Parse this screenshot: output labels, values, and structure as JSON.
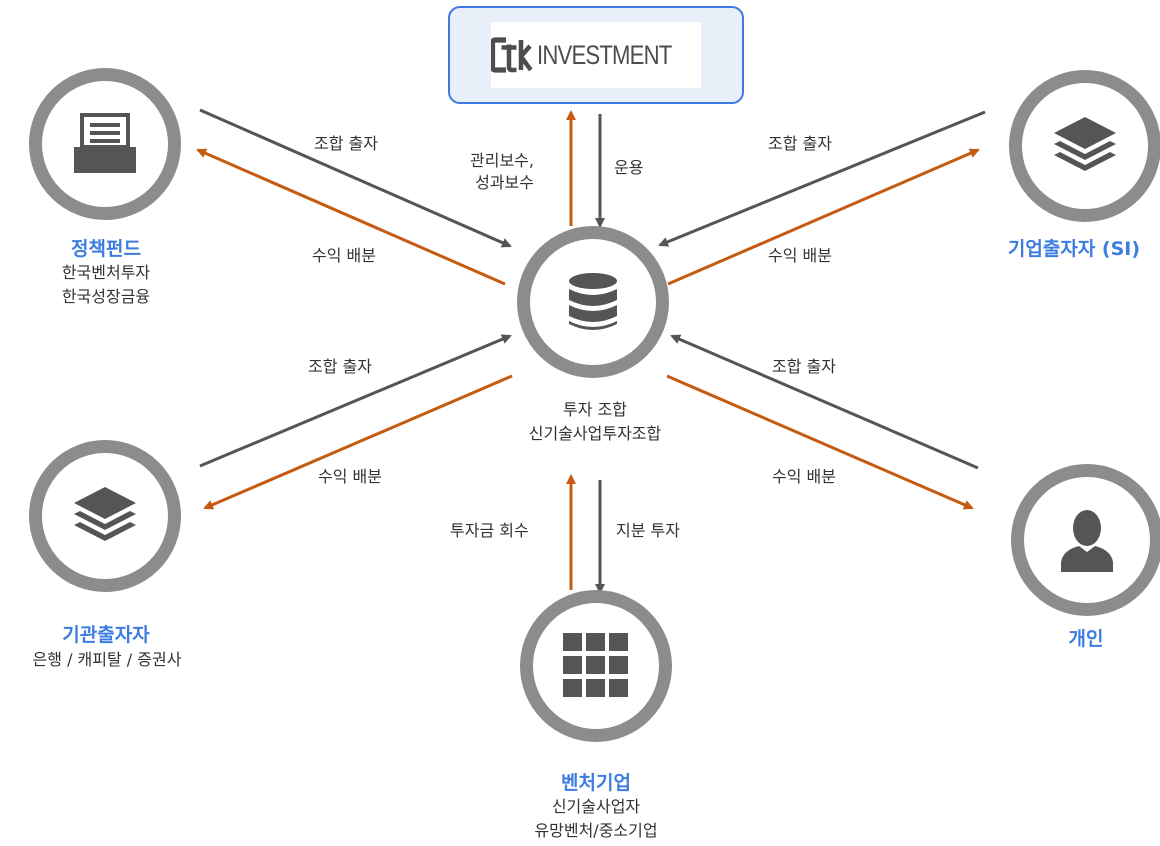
{
  "colors": {
    "gray_arrow": "#555555",
    "orange_arrow": "#c55a11",
    "node_ring": "#8c8c8c",
    "icon": "#555555",
    "title_blue": "#3d7de0",
    "logo_border": "#3d78e3"
  },
  "logo": {
    "icon": "ctk-logo-mark",
    "text": "INVESTMENT"
  },
  "center": {
    "icon": "database-icon",
    "line1": "투자 조합",
    "line2": "신기술사업투자조합"
  },
  "policy_fund": {
    "icon": "drawer-tray-icon",
    "title": "정책펀드",
    "line1": "한국벤처투자",
    "line2": "한국성장금융"
  },
  "corporate": {
    "icon": "layers-icon",
    "title": "기업출자자 (SI)"
  },
  "institution": {
    "icon": "layers-icon",
    "title": "기관출자자",
    "line1": "은행 / 캐피탈 / 증권사"
  },
  "individual": {
    "icon": "person-icon",
    "title": "개인"
  },
  "venture": {
    "icon": "grid-icon",
    "title": "벤처기업",
    "line1": "신기술사업자",
    "line2": "유망벤처/중소기업"
  },
  "edges": {
    "contribution": "조합 출자",
    "distribution": "수익 배분",
    "fees_line1": "관리보수,",
    "fees_line2": "성과보수",
    "operation": "운용",
    "recovery": "투자금 회수",
    "equity": "지분 투자"
  }
}
